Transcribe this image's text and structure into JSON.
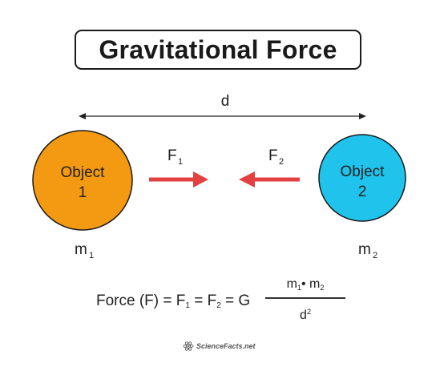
{
  "title": "Gravitational Force",
  "distance_label": "d",
  "object1": {
    "line1": "Object",
    "line2": "1",
    "color": "#f39a12",
    "mass_symbol": "m",
    "mass_subscript": "1"
  },
  "object2": {
    "line1": "Object",
    "line2": "2",
    "color": "#1fc3eb",
    "mass_symbol": "m",
    "mass_subscript": "2"
  },
  "force1": {
    "symbol": "F",
    "subscript": "1"
  },
  "force2": {
    "symbol": "F",
    "subscript": "2"
  },
  "arrow_color": "#e34141",
  "formula": {
    "force_label": "Force (F) = F",
    "sub1": "1",
    "eq_f2": " = F",
    "sub2": "2",
    "eq_g": " = G",
    "numerator_m1": "m",
    "numerator_sub1": "1",
    "numerator_dot": "•",
    "numerator_m2": "m",
    "numerator_sub2": "2",
    "denominator": "d",
    "denominator_exp": "2"
  },
  "watermark": "ScienceFacts.net"
}
